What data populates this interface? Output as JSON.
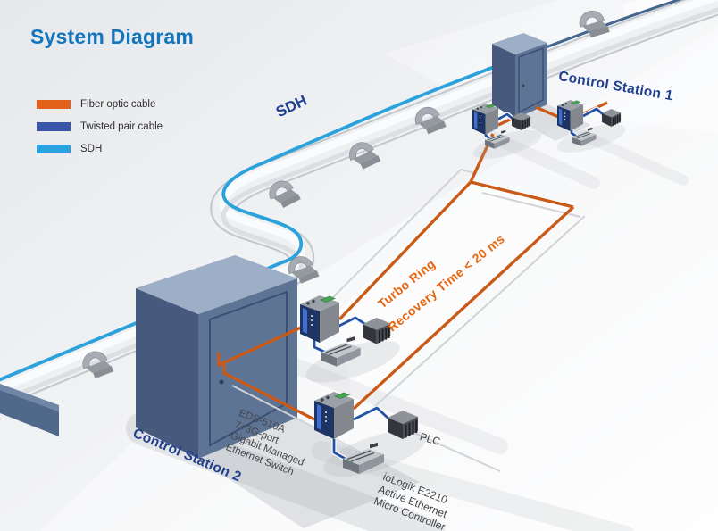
{
  "title": "System Diagram",
  "legend": {
    "items": [
      {
        "label": "Fiber optic cable",
        "color": "#e2621b"
      },
      {
        "label": "Twisted pair cable",
        "color": "#3a57a7"
      },
      {
        "label": "SDH",
        "color": "#29a3dd"
      }
    ]
  },
  "pipeline": {
    "sdh_label": "SDH"
  },
  "stations": {
    "station1": "Control Station 1",
    "station2": "Control Station 2"
  },
  "turbo_ring": {
    "line1": "Turbo Ring",
    "line2": "Recovery Time < 20 ms"
  },
  "devices": {
    "eds_switch": {
      "l1": "EDS-510A",
      "l2": "7+3G-port",
      "l3": "Gigabit Managed",
      "l4": "Ethernet Switch"
    },
    "plc": {
      "label": "PLC"
    },
    "iologik": {
      "l1": "ioLogik E2210",
      "l2": "Active Ethernet",
      "l3": "Micro Controller"
    }
  },
  "colors": {
    "title_blue": "#1375bc",
    "label_navy": "#21418f",
    "ring_orange": "#c95a18",
    "sdh_blue": "#2ba2dc",
    "twisted_blue": "#2250a5"
  }
}
